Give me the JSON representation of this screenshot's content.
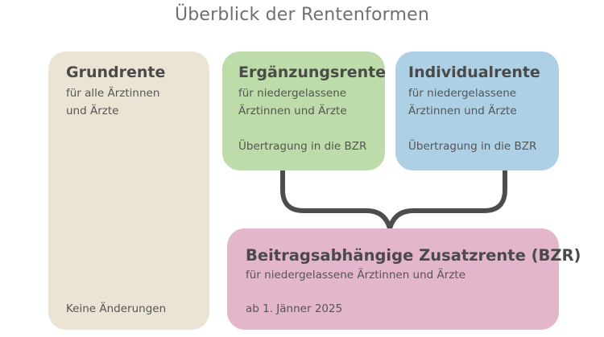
{
  "title": "Überblick der Rentenformen",
  "grundrente": {
    "heading": "Grundrente",
    "line1": "für alle Ärztinnen",
    "line2": "und Ärzte",
    "footer": "Keine Änderungen"
  },
  "ergaenzungsrente": {
    "heading": "Ergänzungsrente",
    "line1": "für niedergelassene",
    "line2": "Ärztinnen und Ärzte",
    "note": "Übertragung in die BZR"
  },
  "individualrente": {
    "heading": "Individualrente",
    "line1": "für niedergelassene",
    "line2": "Ärztinnen und Ärzte",
    "note": "Übertragung in die BZR"
  },
  "bzr": {
    "heading": "Beitragsabhängige Zusatzrente (BZR)",
    "line1": "für niedergelassene Ärztinnen und Ärzte",
    "footer": "ab 1. Jänner 2025"
  },
  "colors": {
    "grundrente": "#ebe4d5",
    "ergaenzungsrente": "#bddcaa",
    "individualrente": "#add0e5",
    "bzr": "#e3b6cc",
    "connector": "#4d4d4d"
  }
}
